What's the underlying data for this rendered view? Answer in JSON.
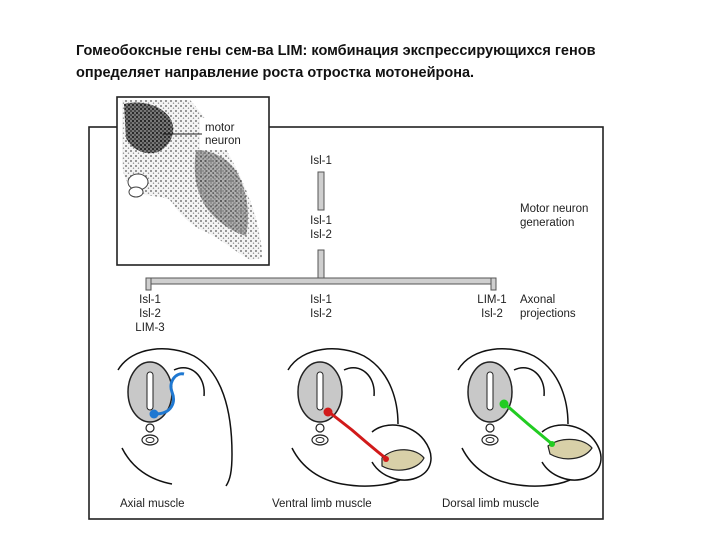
{
  "title": {
    "line1": "Гомеобоксные гены сем-ва LIM: комбинация экспрессирующихся  генов",
    "line2": "определяет направление роста отростка мотонейрона."
  },
  "photo_label": [
    "motor",
    "neuron"
  ],
  "stages": {
    "top": "Isl-1",
    "middle": [
      "Isl-1",
      "Isl-2"
    ],
    "generation_label": [
      "Motor neuron",
      "generation"
    ],
    "projections_label": [
      "Axonal",
      "projections"
    ]
  },
  "branches": [
    {
      "genes": [
        "Isl-1",
        "Isl-2",
        "LIM-3"
      ],
      "muscle": "Axial muscle",
      "axon_color": "#1f78d1"
    },
    {
      "genes": [
        "Isl-1",
        "Isl-2"
      ],
      "muscle": "Ventral limb muscle",
      "axon_color": "#d11a1a"
    },
    {
      "genes": [
        "LIM-1",
        "Isl-2"
      ],
      "muscle": "Dorsal limb muscle",
      "axon_color": "#22cc22"
    }
  ]
}
